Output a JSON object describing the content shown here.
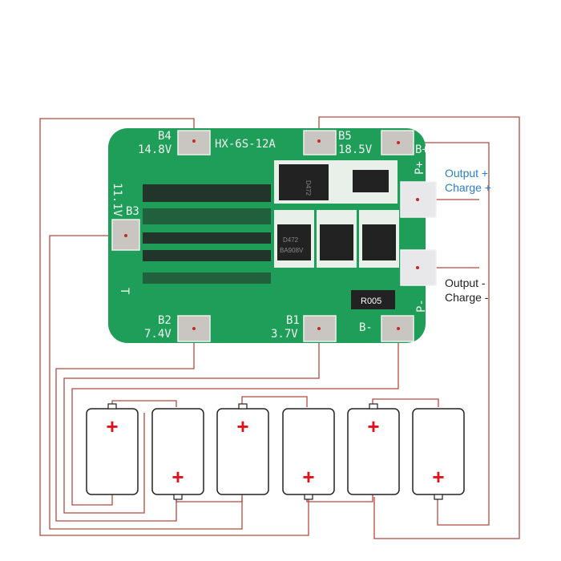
{
  "board": {
    "model": "HX-6S-12A",
    "pads": {
      "b4": {
        "name": "B4",
        "voltage": "14.8V"
      },
      "b5": {
        "name": "B5",
        "voltage": "18.5V"
      },
      "bplus": {
        "name": "B+"
      },
      "b3": {
        "name": "B3",
        "voltage": "11.1V"
      },
      "b2": {
        "name": "B2",
        "voltage": "7.4V"
      },
      "b1": {
        "name": "B1",
        "voltage": "3.7V"
      },
      "bminus": {
        "name": "B-"
      },
      "pplus": {
        "name": "P+"
      },
      "pminus": {
        "name": "P-"
      },
      "t": {
        "name": "T"
      }
    },
    "resistor": "R005",
    "mosfet_marking": [
      "D472",
      "BA908V"
    ]
  },
  "labels": {
    "positive": [
      "Output +",
      "Charge +"
    ],
    "negative": [
      "Output -",
      "Charge -"
    ]
  },
  "batteries": {
    "count": 6,
    "plus_symbol": "+"
  },
  "colors": {
    "board": "#1e9e58",
    "wire": "#b5493f",
    "plus": "#e0141e",
    "accent_label": "#2a7fc0"
  }
}
